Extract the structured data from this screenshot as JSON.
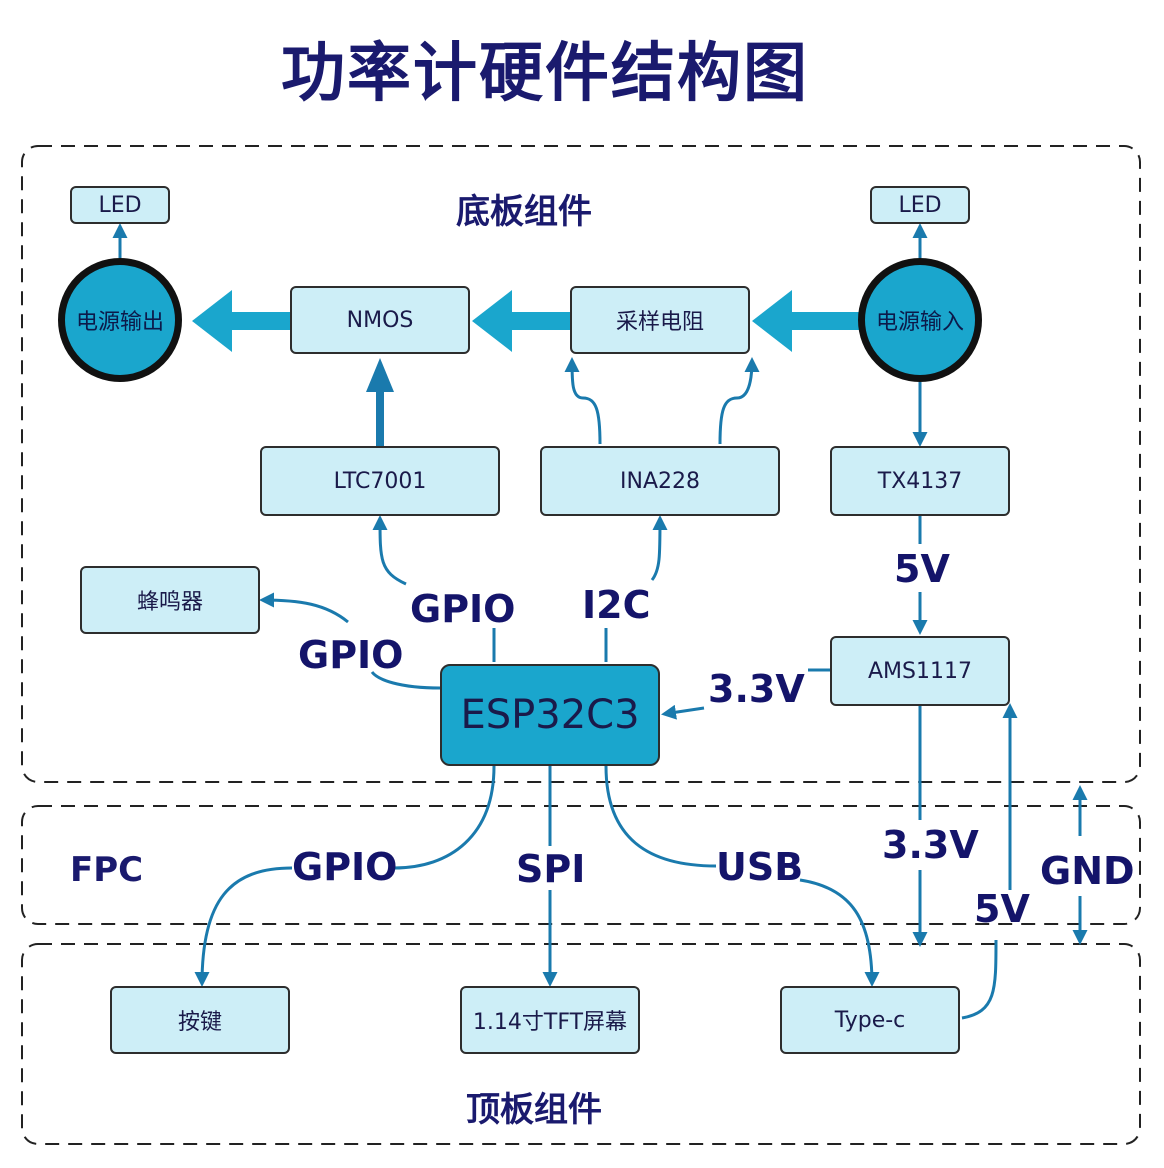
{
  "title": "功率计硬件结构图",
  "groups": {
    "bottom_board": "底板组件",
    "fpc": "FPC",
    "top_board": "顶板组件"
  },
  "nodes": {
    "led_left": "LED",
    "led_right": "LED",
    "power_out": "电源输出",
    "power_in": "电源输入",
    "nmos": "NMOS",
    "sampling_resistor": "采样电阻",
    "ltc7001": "LTC7001",
    "ina228": "INA228",
    "tx4137": "TX4137",
    "buzzer": "蜂鸣器",
    "ams1117": "AMS1117",
    "esp32c3": "ESP32C3",
    "button": "按键",
    "tft_screen": "1.14寸TFT屏幕",
    "typec": "Type-c"
  },
  "edges": {
    "gpio_ltc": "GPIO",
    "i2c_ina": "I2C",
    "gpio_buzzer": "GPIO",
    "v5_tx_ams": "5V",
    "v33_ams_esp": "3.3V",
    "gpio_button": "GPIO",
    "spi_tft": "SPI",
    "usb_typec": "USB",
    "v33_ams_typec": "3.3V",
    "v5_typec_ams": "5V",
    "gnd": "GND"
  },
  "colors": {
    "title": "#1a1a6e",
    "box_fill": "#cdeef7",
    "main_fill": "#1aa6cd",
    "arrow": "#1a7aad",
    "thick_arrow": "#1aa6cd"
  }
}
